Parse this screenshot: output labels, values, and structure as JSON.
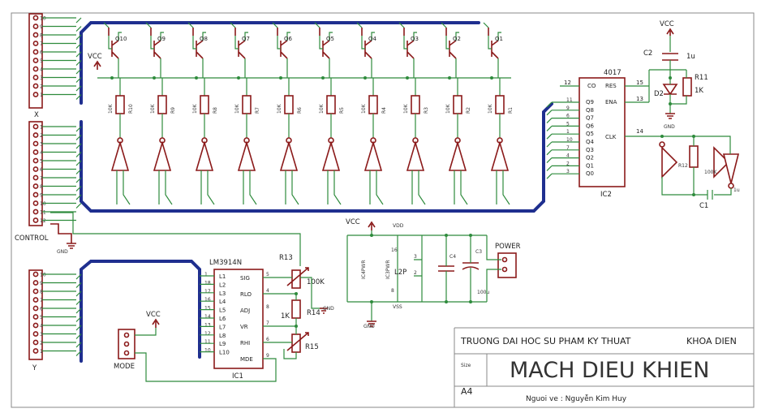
{
  "title_block": {
    "school": "TRUONG DAI HOC SU PHAM KY THUAT",
    "department": "KHOA DIEN",
    "size_label": "Size",
    "size_value": "A4",
    "drawing_title": "MACH DIEU KHIEN",
    "drawer": "Nguoi ve : Nguyễn Kim Huy"
  },
  "connectors": {
    "x": "X",
    "control": "CONTROL",
    "y": "Y",
    "mode": "MODE",
    "power": "POWER"
  },
  "net_labels": {
    "vcc": "VCC",
    "gnd": "GND",
    "vdd": "VDD",
    "vss": "VSS"
  },
  "transistors": [
    "Q10",
    "Q9",
    "Q8",
    "Q7",
    "Q6",
    "Q5",
    "Q4",
    "Q3",
    "Q2",
    "Q1"
  ],
  "res_values": [
    "10K",
    "10K",
    "10K",
    "10K",
    "10K",
    "10K",
    "10K",
    "10K",
    "10K",
    "10K"
  ],
  "res_names": [
    "R10",
    "R9",
    "R8",
    "R7",
    "R6",
    "R5",
    "R4",
    "R3",
    "R2",
    "R1"
  ],
  "ic2": {
    "name": "IC2",
    "type": "4017",
    "left_pins": [
      "Q9",
      "Q8",
      "Q7",
      "Q6",
      "Q5",
      "Q4",
      "Q3",
      "Q2",
      "Q1",
      "Q0"
    ],
    "left_nums": [
      "11",
      "9",
      "6",
      "5",
      "1",
      "10",
      "7",
      "4",
      "2",
      "3"
    ],
    "co": "CO",
    "co_num": "12",
    "res": "RES",
    "res_num": "15",
    "ena": "ENA",
    "ena_num": "13",
    "clk": "CLK",
    "clk_num": "14"
  },
  "ic1": {
    "name": "IC1",
    "type": "LM3914N",
    "left_pins": [
      "L1",
      "L2",
      "L3",
      "L4",
      "L5",
      "L6",
      "L7",
      "L8",
      "L9",
      "L10"
    ],
    "left_nums": [
      "1",
      "18",
      "17",
      "16",
      "15",
      "14",
      "13",
      "12",
      "11",
      "10"
    ],
    "right_pins": [
      "SIG",
      "RLO",
      "ADJ",
      "VR",
      "RHI",
      "MDE"
    ],
    "right_nums": [
      "5",
      "4",
      "8",
      "7",
      "6",
      "9"
    ]
  },
  "parts": {
    "r13": "R13",
    "r13_val": "100K",
    "r14": "R14",
    "r14_val": "1K",
    "r15": "R15",
    "r11": "R11",
    "r11_val": "1K",
    "r12": "R12",
    "r12_val": "100K",
    "c2": "C2",
    "c2_val": "1u",
    "d2": "D2",
    "c1": "C1",
    "c1_val": "1u",
    "c3": "C3",
    "c3_val": "100u",
    "c4": "C4",
    "ic4": "IC4PWR",
    "ic3": "IC3PWR",
    "jp": "L2P",
    "pin16": "16",
    "pin8": "8",
    "pin3": "3",
    "pin2": "2"
  },
  "pin_numbers_10": [
    "10",
    "9",
    "8",
    "7",
    "6",
    "5",
    "4",
    "3",
    "2",
    "1"
  ],
  "pin_numbers_12": [
    "1",
    "2",
    "3",
    "4",
    "5",
    "6",
    "7",
    "8",
    "9",
    "10",
    "11",
    "12"
  ]
}
